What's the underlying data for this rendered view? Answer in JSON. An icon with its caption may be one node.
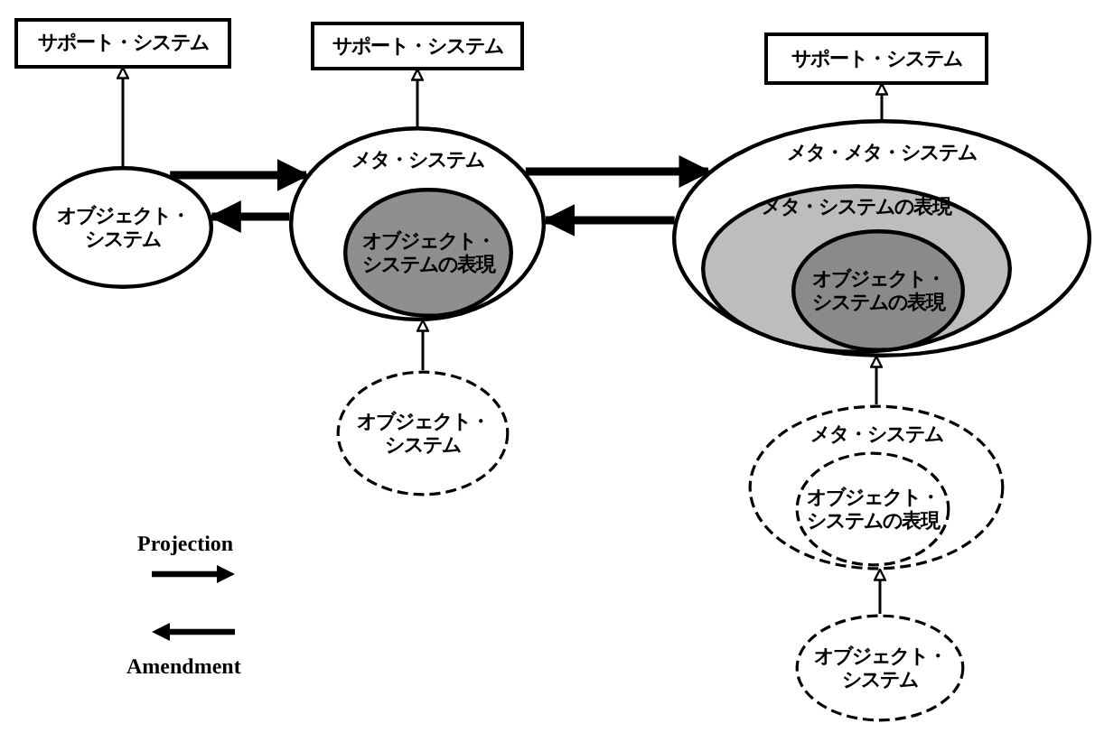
{
  "diagram": {
    "nodes": [
      {
        "text": [
          "サポート・システム"
        ]
      },
      {
        "text": [
          "オブジェクト・システム"
        ]
      },
      {
        "text": [
          "サポート・システム"
        ]
      },
      {
        "text": [
          "メタ・システム"
        ]
      },
      {
        "text": [
          "オブジェクト・システムの表現"
        ],
        "in": 3
      },
      {
        "text": [
          "オブジェクト・システム"
        ]
      },
      {
        "text": [
          "サポート・システム"
        ]
      },
      {
        "text": [
          "メタ・メタ・システム"
        ]
      },
      {
        "text": [
          "メタ・システムの表現"
        ],
        "in": 7
      },
      {
        "text": [
          "オブジェクト・システムの表現"
        ],
        "in": 8
      },
      {
        "text": [
          "メタ・システム"
        ]
      },
      {
        "text": [
          "オブジェクト・システムの表現"
        ],
        "in": 10
      },
      {
        "text": [
          "オブジェクト・システム"
        ]
      }
    ],
    "edges": [
      {
        "from": 1,
        "to": 0,
        "arrow": "to"
      },
      {
        "from": 1,
        "to": 3,
        "arrow": "to",
        "style": "thick"
      },
      {
        "from": 3,
        "to": 1,
        "arrow": "to",
        "style": "thick"
      },
      {
        "from": 3,
        "to": 2,
        "arrow": "to"
      },
      {
        "from": 5,
        "to": 3,
        "arrow": "to"
      },
      {
        "from": 3,
        "to": 7,
        "arrow": "to",
        "style": "thick"
      },
      {
        "from": 7,
        "to": 3,
        "arrow": "to",
        "style": "thick"
      },
      {
        "from": 7,
        "to": 6,
        "arrow": "to"
      },
      {
        "from": 10,
        "to": 7,
        "arrow": "to"
      },
      {
        "from": 12,
        "to": 10,
        "arrow": "to"
      }
    ],
    "legend": [
      {
        "text": "Projection"
      },
      {
        "text": "Amendment"
      }
    ]
  }
}
